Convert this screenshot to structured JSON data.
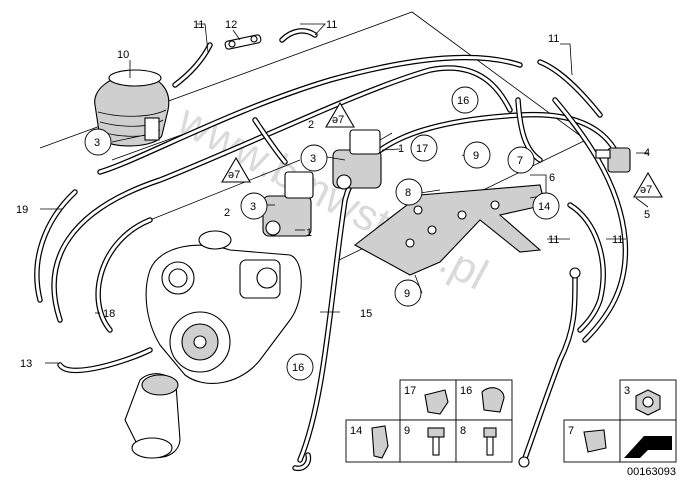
{
  "diagram_number": "00163093",
  "watermark": "www.bmwstore.pl",
  "callouts": {
    "c1a": "1",
    "c1b": "1",
    "c2a": "2",
    "c2b": "2",
    "c3a": "3",
    "c3b": "3",
    "c3c": "3",
    "c4": "4",
    "c5": "5",
    "c6": "6",
    "c7": "7",
    "c8": "8",
    "c9a": "9",
    "c9b": "9",
    "c10": "10",
    "c11a": "11",
    "c11b": "11",
    "c11c": "11",
    "c11d": "11",
    "c11e": "11",
    "c12": "12",
    "c13": "13",
    "c14": "14",
    "c15": "15",
    "c16a": "16",
    "c16b": "16",
    "c17": "17",
    "c18": "18",
    "c19": "19"
  },
  "parts_boxes": [
    {
      "id": "17"
    },
    {
      "id": "16"
    },
    {
      "id": "3"
    },
    {
      "id": "14"
    },
    {
      "id": "9"
    },
    {
      "id": "8"
    },
    {
      "id": "7"
    }
  ],
  "colors": {
    "line": "#000000",
    "background": "#ffffff",
    "watermark": "#bdbdbd"
  }
}
